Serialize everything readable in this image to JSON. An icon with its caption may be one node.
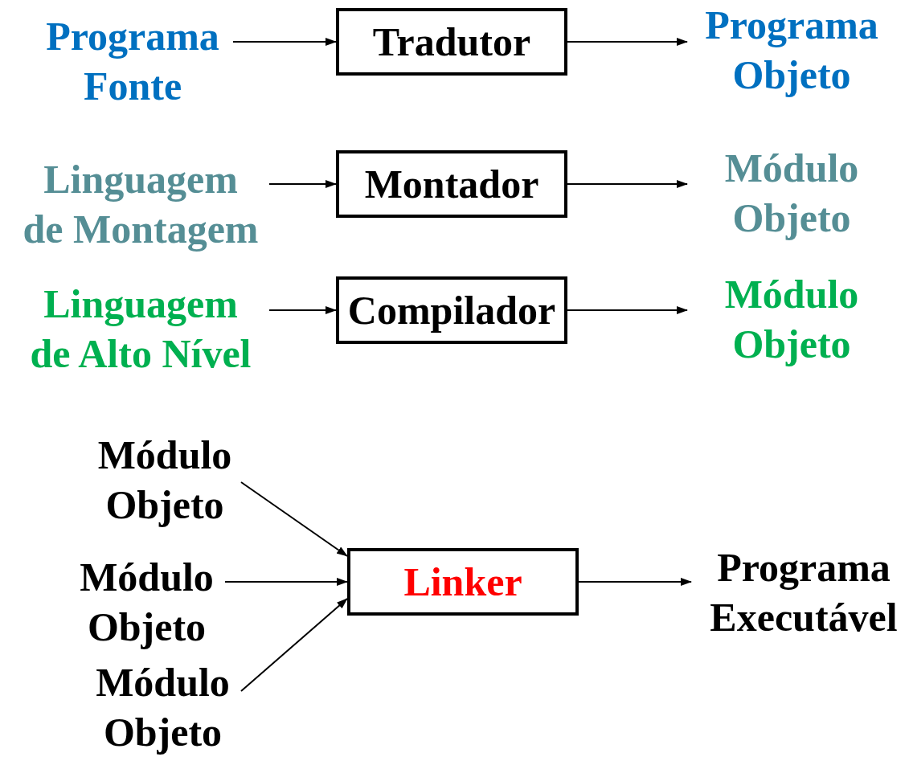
{
  "diagram": {
    "nodes": [
      {
        "text": [
          "Programa Fonte"
        ]
      },
      {
        "text": [
          "Tradutor"
        ]
      },
      {
        "text": [
          "Programa Objeto"
        ]
      },
      {
        "text": [
          "Linguagem de Montagem"
        ]
      },
      {
        "text": [
          "Montador"
        ]
      },
      {
        "text": [
          "Módulo Objeto"
        ]
      },
      {
        "text": [
          "Linguagem de Alto Nível"
        ]
      },
      {
        "text": [
          "Compilador"
        ]
      },
      {
        "text": [
          "Módulo Objeto"
        ]
      },
      {
        "text": [
          "Módulo Objeto"
        ]
      },
      {
        "text": [
          "Módulo Objeto"
        ]
      },
      {
        "text": [
          "Módulo Objeto"
        ]
      },
      {
        "text": [
          "Linker"
        ]
      },
      {
        "text": [
          "Programa Executável"
        ]
      }
    ],
    "edges": [
      {
        "from": 0,
        "to": 1,
        "arrow": "to"
      },
      {
        "from": 1,
        "to": 2,
        "arrow": "to"
      },
      {
        "from": 3,
        "to": 4,
        "arrow": "to"
      },
      {
        "from": 4,
        "to": 5,
        "arrow": "to"
      },
      {
        "from": 6,
        "to": 7,
        "arrow": "to"
      },
      {
        "from": 7,
        "to": 8,
        "arrow": "to"
      },
      {
        "from": 9,
        "to": 12,
        "arrow": "to"
      },
      {
        "from": 10,
        "to": 12,
        "arrow": "to"
      },
      {
        "from": 11,
        "to": 12,
        "arrow": "to"
      },
      {
        "from": 12,
        "to": 13,
        "arrow": "to"
      }
    ]
  }
}
